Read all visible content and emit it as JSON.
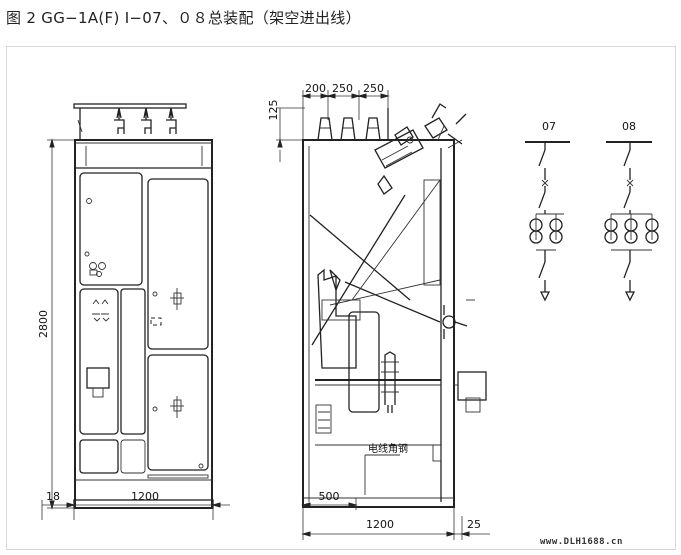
{
  "title": "图 2 GG−1A(F) Ⅰ−07、０８总装配（架空进出线）",
  "front_view": {
    "height_label": "2800",
    "left_offset_label": "18",
    "width_label": "1200"
  },
  "side_view": {
    "top_dims": [
      "200",
      "250",
      "250"
    ],
    "height_label": "125",
    "bottom_depth_label": "500",
    "total_width_label": "1200",
    "right_offset_label": "25",
    "cable_angle_label": "电线角钢"
  },
  "schemes": [
    {
      "label": "07"
    },
    {
      "label": "08"
    }
  ],
  "watermark": "www.DLH1688.cn"
}
